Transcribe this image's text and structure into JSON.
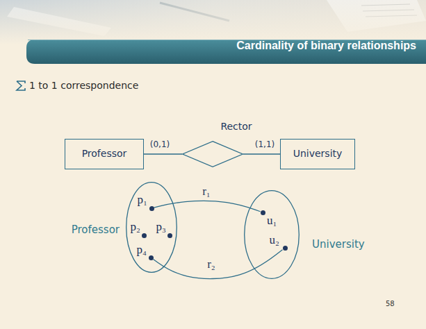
{
  "diagram": {
    "title": "Cardinality of binary relationships",
    "nodes": [
      {
        "text": [
          "Professor"
        ]
      },
      {
        "text": [
          "Rector"
        ]
      },
      {
        "text": [
          "University"
        ]
      },
      {
        "text": [
          "Professor"
        ]
      },
      {
        "text": [
          "p₁"
        ],
        "in": 3
      },
      {
        "text": [
          "p₂"
        ],
        "in": 3
      },
      {
        "text": [
          "p₃"
        ],
        "in": 3
      },
      {
        "text": [
          "p₄"
        ],
        "in": 3
      },
      {
        "text": [
          "University"
        ]
      },
      {
        "text": [
          "u₁"
        ],
        "in": 8
      },
      {
        "text": [
          "u₂"
        ],
        "in": 8
      }
    ],
    "edges": [
      {
        "from": 0,
        "to": 1,
        "arrow": "none",
        "label": "(0,1)"
      },
      {
        "from": 1,
        "to": 2,
        "arrow": "none",
        "label": "(1,1)"
      },
      {
        "from": 4,
        "to": 9,
        "arrow": "none",
        "label": "r₁"
      },
      {
        "from": 7,
        "to": 10,
        "arrow": "none",
        "label": "r₂"
      }
    ],
    "labels": [
      "1 to 1 correspondence",
      "58"
    ]
  }
}
